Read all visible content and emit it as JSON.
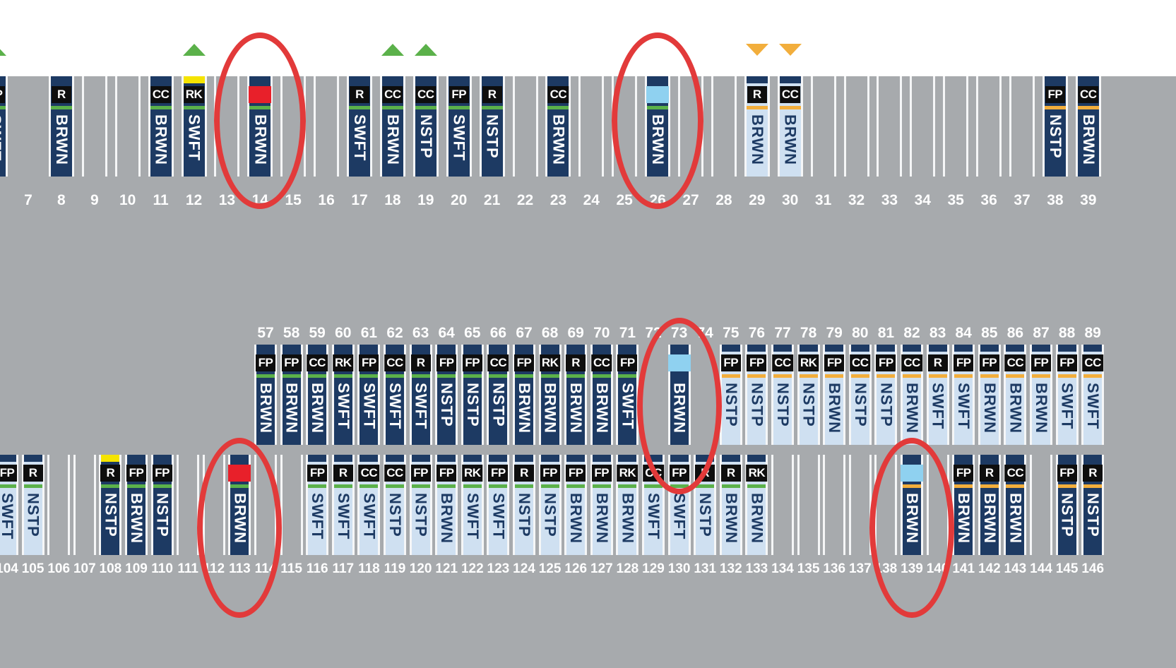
{
  "colors": {
    "background_top": "#ffffff",
    "background_main": "#a7aaad",
    "bay_dark": "#1d3a63",
    "bay_light": "#cfe0f1",
    "tag_bg": "#0e0e0e",
    "green": "#5bb14a",
    "orange": "#f2ae3c",
    "yellow": "#f5e400",
    "red_marker": "#e8202a",
    "lightblue_marker": "#8fd1f0",
    "highlight_circle": "#e23a3a"
  },
  "row1": {
    "numbers": [
      "7",
      "8",
      "9",
      "10",
      "11",
      "12",
      "13",
      "14",
      "15",
      "16",
      "17",
      "18",
      "19",
      "20",
      "21",
      "22",
      "23",
      "24",
      "25",
      "26",
      "27",
      "28",
      "29",
      "30",
      "31",
      "32",
      "33",
      "34",
      "35",
      "36",
      "37",
      "38",
      "39"
    ],
    "bays": [
      {
        "n": "6",
        "tag": "FP",
        "label": "SWFT",
        "style": "dark",
        "stripe": "green"
      },
      {
        "n": "8",
        "tag": "R",
        "label": "BRWN",
        "style": "dark",
        "stripe": "green"
      },
      {
        "n": "11",
        "tag": "CC",
        "label": "BRWN",
        "style": "dark",
        "stripe": "green"
      },
      {
        "n": "12",
        "tag": "RK",
        "label": "SWFT",
        "style": "dark",
        "stripe": "green",
        "top": "yellow"
      },
      {
        "n": "14",
        "marker": "red",
        "label": "BRWN",
        "style": "dark",
        "stripe": "green"
      },
      {
        "n": "17",
        "tag": "R",
        "label": "SWFT",
        "style": "dark",
        "stripe": "green"
      },
      {
        "n": "18",
        "tag": "CC",
        "label": "BRWN",
        "style": "dark",
        "stripe": "green"
      },
      {
        "n": "19",
        "tag": "CC",
        "label": "NSTP",
        "style": "dark",
        "stripe": "green"
      },
      {
        "n": "20",
        "tag": "FP",
        "label": "SWFT",
        "style": "dark",
        "stripe": "green"
      },
      {
        "n": "21",
        "tag": "R",
        "label": "NSTP",
        "style": "dark",
        "stripe": "green"
      },
      {
        "n": "23",
        "tag": "CC",
        "label": "BRWN",
        "style": "dark",
        "stripe": "green"
      },
      {
        "n": "26",
        "marker": "lightblue",
        "label": "BRWN",
        "style": "dark",
        "stripe": "green"
      },
      {
        "n": "29",
        "tag": "R",
        "label": "BRWN",
        "style": "light",
        "stripe": "orange"
      },
      {
        "n": "30",
        "tag": "CC",
        "label": "BRWN",
        "style": "light",
        "stripe": "orange"
      },
      {
        "n": "38",
        "tag": "FP",
        "label": "NSTP",
        "style": "dark",
        "stripe": "orange"
      },
      {
        "n": "39",
        "tag": "CC",
        "label": "BRWN",
        "style": "dark",
        "stripe": "orange"
      }
    ],
    "empty": [
      "9",
      "10",
      "13",
      "15",
      "16",
      "22",
      "24",
      "25",
      "27",
      "28",
      "31",
      "32",
      "33",
      "34",
      "35",
      "36",
      "37"
    ]
  },
  "row2": {
    "numbers": [
      "57",
      "58",
      "59",
      "60",
      "61",
      "62",
      "63",
      "64",
      "65",
      "66",
      "67",
      "68",
      "69",
      "70",
      "71",
      "72",
      "73",
      "74",
      "75",
      "76",
      "77",
      "78",
      "79",
      "80",
      "81",
      "82",
      "83",
      "84",
      "85",
      "86",
      "87",
      "88",
      "89"
    ],
    "bays": [
      {
        "n": "57",
        "tag": "FP",
        "label": "BRWN",
        "style": "dark",
        "stripe": "green"
      },
      {
        "n": "58",
        "tag": "FP",
        "label": "BRWN",
        "style": "dark",
        "stripe": "green"
      },
      {
        "n": "59",
        "tag": "CC",
        "label": "BRWN",
        "style": "dark",
        "stripe": "green"
      },
      {
        "n": "60",
        "tag": "RK",
        "label": "SWFT",
        "style": "dark",
        "stripe": "green"
      },
      {
        "n": "61",
        "tag": "FP",
        "label": "SWFT",
        "style": "dark",
        "stripe": "green"
      },
      {
        "n": "62",
        "tag": "CC",
        "label": "SWFT",
        "style": "dark",
        "stripe": "green"
      },
      {
        "n": "63",
        "tag": "R",
        "label": "SWFT",
        "style": "dark",
        "stripe": "green"
      },
      {
        "n": "64",
        "tag": "FP",
        "label": "NSTP",
        "style": "dark",
        "stripe": "green"
      },
      {
        "n": "65",
        "tag": "FP",
        "label": "NSTP",
        "style": "dark",
        "stripe": "green"
      },
      {
        "n": "66",
        "tag": "CC",
        "label": "NSTP",
        "style": "dark",
        "stripe": "green"
      },
      {
        "n": "67",
        "tag": "FP",
        "label": "BRWN",
        "style": "dark",
        "stripe": "green"
      },
      {
        "n": "68",
        "tag": "RK",
        "label": "BRWN",
        "style": "dark",
        "stripe": "green"
      },
      {
        "n": "69",
        "tag": "R",
        "label": "BRWN",
        "style": "dark",
        "stripe": "green"
      },
      {
        "n": "70",
        "tag": "CC",
        "label": "BRWN",
        "style": "dark",
        "stripe": "green"
      },
      {
        "n": "71",
        "tag": "FP",
        "label": "SWFT",
        "style": "dark",
        "stripe": "green"
      },
      {
        "n": "73",
        "marker": "lightblue",
        "label": "BRWN",
        "style": "dark",
        "stripe": "none"
      },
      {
        "n": "75",
        "tag": "FP",
        "label": "NSTP",
        "style": "light",
        "stripe": "orange"
      },
      {
        "n": "76",
        "tag": "FP",
        "label": "NSTP",
        "style": "light",
        "stripe": "orange"
      },
      {
        "n": "77",
        "tag": "CC",
        "label": "NSTP",
        "style": "light",
        "stripe": "orange"
      },
      {
        "n": "78",
        "tag": "RK",
        "label": "NSTP",
        "style": "light",
        "stripe": "orange"
      },
      {
        "n": "79",
        "tag": "FP",
        "label": "BRWN",
        "style": "light",
        "stripe": "orange"
      },
      {
        "n": "80",
        "tag": "CC",
        "label": "NSTP",
        "style": "light",
        "stripe": "orange"
      },
      {
        "n": "81",
        "tag": "FP",
        "label": "NSTP",
        "style": "light",
        "stripe": "orange"
      },
      {
        "n": "82",
        "tag": "CC",
        "label": "BRWN",
        "style": "light",
        "stripe": "orange"
      },
      {
        "n": "83",
        "tag": "R",
        "label": "SWFT",
        "style": "light",
        "stripe": "orange"
      },
      {
        "n": "84",
        "tag": "FP",
        "label": "SWFT",
        "style": "light",
        "stripe": "orange"
      },
      {
        "n": "85",
        "tag": "FP",
        "label": "BRWN",
        "style": "light",
        "stripe": "orange"
      },
      {
        "n": "86",
        "tag": "CC",
        "label": "BRWN",
        "style": "light",
        "stripe": "orange"
      },
      {
        "n": "87",
        "tag": "FP",
        "label": "BRWN",
        "style": "light",
        "stripe": "orange"
      },
      {
        "n": "88",
        "tag": "FP",
        "label": "SWFT",
        "style": "light",
        "stripe": "orange"
      },
      {
        "n": "89",
        "tag": "CC",
        "label": "SWFT",
        "style": "light",
        "stripe": "orange"
      }
    ]
  },
  "row3": {
    "numbers": [
      "104",
      "105",
      "106",
      "107",
      "108",
      "109",
      "110",
      "111",
      "112",
      "113",
      "114",
      "115",
      "116",
      "117",
      "118",
      "119",
      "120",
      "121",
      "122",
      "123",
      "124",
      "125",
      "126",
      "127",
      "128",
      "129",
      "130",
      "131",
      "132",
      "133",
      "134",
      "135",
      "136",
      "137",
      "138",
      "139",
      "140",
      "141",
      "142",
      "143",
      "144",
      "145",
      "146"
    ],
    "bays": [
      {
        "n": "104",
        "tag": "FP",
        "label": "SWFT",
        "style": "light",
        "stripe": "green"
      },
      {
        "n": "105",
        "tag": "R",
        "label": "NSTP",
        "style": "light",
        "stripe": "green"
      },
      {
        "n": "108",
        "tag": "R",
        "label": "NSTP",
        "style": "dark",
        "stripe": "green",
        "top": "yellow"
      },
      {
        "n": "109",
        "tag": "FP",
        "label": "BRWN",
        "style": "dark",
        "stripe": "green"
      },
      {
        "n": "110",
        "tag": "FP",
        "label": "NSTP",
        "style": "dark",
        "stripe": "green"
      },
      {
        "n": "113",
        "marker": "red",
        "label": "BRWN",
        "style": "dark",
        "stripe": "green"
      },
      {
        "n": "116",
        "tag": "FP",
        "label": "SWFT",
        "style": "light",
        "stripe": "green"
      },
      {
        "n": "117",
        "tag": "R",
        "label": "SWFT",
        "style": "light",
        "stripe": "green"
      },
      {
        "n": "118",
        "tag": "CC",
        "label": "SWFT",
        "style": "light",
        "stripe": "green"
      },
      {
        "n": "119",
        "tag": "CC",
        "label": "NSTP",
        "style": "light",
        "stripe": "green"
      },
      {
        "n": "120",
        "tag": "FP",
        "label": "NSTP",
        "style": "light",
        "stripe": "green"
      },
      {
        "n": "121",
        "tag": "FP",
        "label": "BRWN",
        "style": "light",
        "stripe": "green"
      },
      {
        "n": "122",
        "tag": "RK",
        "label": "SWFT",
        "style": "light",
        "stripe": "green"
      },
      {
        "n": "123",
        "tag": "FP",
        "label": "SWFT",
        "style": "light",
        "stripe": "green"
      },
      {
        "n": "124",
        "tag": "R",
        "label": "NSTP",
        "style": "light",
        "stripe": "green"
      },
      {
        "n": "125",
        "tag": "FP",
        "label": "NSTP",
        "style": "light",
        "stripe": "green"
      },
      {
        "n": "126",
        "tag": "FP",
        "label": "BRWN",
        "style": "light",
        "stripe": "green"
      },
      {
        "n": "127",
        "tag": "FP",
        "label": "BRWN",
        "style": "light",
        "stripe": "green"
      },
      {
        "n": "128",
        "tag": "RK",
        "label": "BRWN",
        "style": "light",
        "stripe": "green"
      },
      {
        "n": "129",
        "tag": "CC",
        "label": "SWFT",
        "style": "light",
        "stripe": "green"
      },
      {
        "n": "130",
        "tag": "FP",
        "label": "SWFT",
        "style": "light",
        "stripe": "green"
      },
      {
        "n": "131",
        "tag": "R",
        "label": "NSTP",
        "style": "light",
        "stripe": "green"
      },
      {
        "n": "132",
        "tag": "R",
        "label": "BRWN",
        "style": "light",
        "stripe": "green"
      },
      {
        "n": "133",
        "tag": "RK",
        "label": "BRWN",
        "style": "light",
        "stripe": "green"
      },
      {
        "n": "139",
        "marker": "lightblue",
        "label": "BRWN",
        "style": "dark",
        "stripe": "orange"
      },
      {
        "n": "141",
        "tag": "FP",
        "label": "BRWN",
        "style": "dark",
        "stripe": "orange"
      },
      {
        "n": "142",
        "tag": "R",
        "label": "BRWN",
        "style": "dark",
        "stripe": "orange"
      },
      {
        "n": "143",
        "tag": "CC",
        "label": "BRWN",
        "style": "dark",
        "stripe": "orange"
      },
      {
        "n": "145",
        "tag": "FP",
        "label": "NSTP",
        "style": "dark",
        "stripe": "orange"
      },
      {
        "n": "146",
        "tag": "R",
        "label": "NSTP",
        "style": "dark",
        "stripe": "orange"
      }
    ],
    "empty": [
      "106",
      "107",
      "111",
      "112",
      "114",
      "115",
      "134",
      "135",
      "136",
      "137",
      "138",
      "140",
      "144"
    ]
  },
  "highlights": [
    {
      "row": "row1",
      "around": "14"
    },
    {
      "row": "row1",
      "around": "26"
    },
    {
      "row": "row2",
      "around": "73"
    },
    {
      "row": "row3",
      "around": "113"
    },
    {
      "row": "row3",
      "around": "139"
    }
  ],
  "arrows": [
    {
      "row": "row1",
      "above": "6",
      "dir": "up"
    },
    {
      "row": "row1",
      "above": "12",
      "dir": "up"
    },
    {
      "row": "row1",
      "above": "18",
      "dir": "up"
    },
    {
      "row": "row1",
      "above": "19",
      "dir": "up"
    },
    {
      "row": "row1",
      "above": "29",
      "dir": "down"
    },
    {
      "row": "row1",
      "above": "30",
      "dir": "down"
    }
  ]
}
